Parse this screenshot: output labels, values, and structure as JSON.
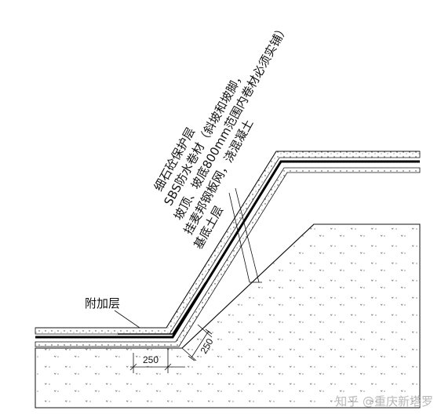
{
  "drawing": {
    "layers": [
      "细石砼保护层",
      "SBS防水卷材（斜坡和坡脚，",
      "坡顶、坡底800mm范围内卷材必须实铺）",
      "挂麦邦钢板网，浇混凝土",
      "基底土层"
    ],
    "additional_layer": "附加层",
    "dim_bottom": "250",
    "dim_slope": "250"
  },
  "watermark": "知乎 @重庆新塔罗"
}
